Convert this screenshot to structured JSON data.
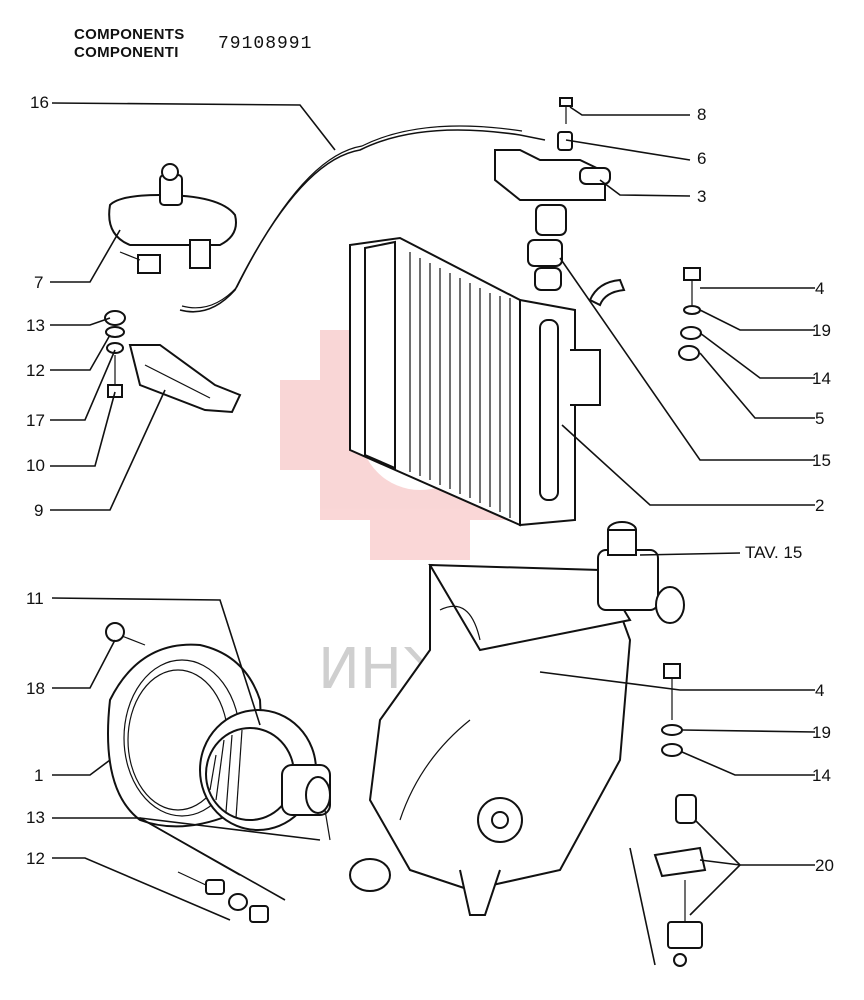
{
  "header": {
    "line1": "COMPONENTS",
    "line2": "COMPONENTI",
    "code": "79108991"
  },
  "watermark": {
    "text": "ИНЖЕ",
    "color": "#f08c8c"
  },
  "callouts": {
    "c16": "16",
    "c8": "8",
    "c6": "6",
    "c3": "3",
    "c7": "7",
    "c4a": "4",
    "c13a": "13",
    "c19a": "19",
    "c12a": "12",
    "c14a": "14",
    "c17": "17",
    "c5": "5",
    "c10": "10",
    "c15": "15",
    "c9": "9",
    "c2": "2",
    "tav": "TAV. 15",
    "c11": "11",
    "c18": "18",
    "c4b": "4",
    "c19b": "19",
    "c1": "1",
    "c14b": "14",
    "c13b": "13",
    "c20": "20",
    "c12b": "12"
  }
}
